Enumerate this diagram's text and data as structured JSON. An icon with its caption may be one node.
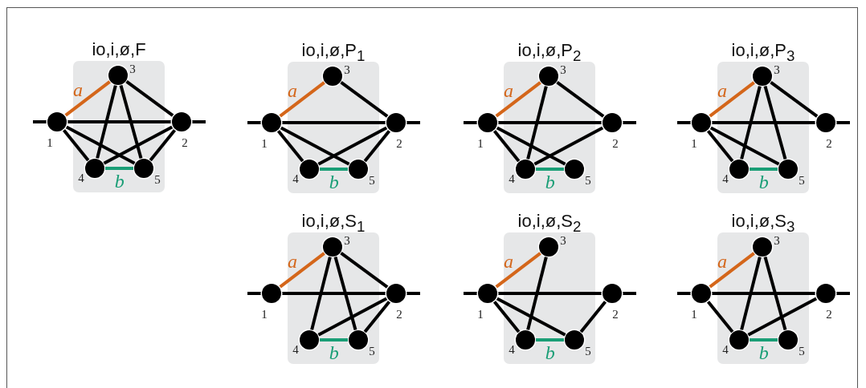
{
  "diagram": {
    "nodes": [
      {
        "text": [
          "io,i,ø,F"
        ]
      },
      {
        "text": [],
        "shape": "circle",
        "beside": [
          "1"
        ]
      },
      {
        "text": [],
        "shape": "circle",
        "beside": [
          "2"
        ]
      },
      {
        "text": [],
        "shape": "circle",
        "beside": [
          "3"
        ],
        "in": 0
      },
      {
        "text": [],
        "shape": "circle",
        "beside": [
          "4"
        ],
        "in": 0
      },
      {
        "text": [],
        "shape": "circle",
        "beside": [
          "5"
        ],
        "in": 0
      },
      {
        "text": [
          "io,i,ø,P$_{1}$"
        ]
      },
      {
        "text": [],
        "shape": "circle",
        "beside": [
          "1"
        ]
      },
      {
        "text": [],
        "shape": "circle",
        "beside": [
          "2"
        ]
      },
      {
        "text": [],
        "shape": "circle",
        "beside": [
          "3"
        ],
        "in": 6
      },
      {
        "text": [],
        "shape": "circle",
        "beside": [
          "4"
        ],
        "in": 6
      },
      {
        "text": [],
        "shape": "circle",
        "beside": [
          "5"
        ],
        "in": 6
      },
      {
        "text": [
          "io,i,ø,P$_{2}$"
        ]
      },
      {
        "text": [],
        "shape": "circle",
        "beside": [
          "1"
        ]
      },
      {
        "text": [],
        "shape": "circle",
        "beside": [
          "2"
        ]
      },
      {
        "text": [],
        "shape": "circle",
        "beside": [
          "3"
        ],
        "in": 12
      },
      {
        "text": [],
        "shape": "circle",
        "beside": [
          "4"
        ],
        "in": 12
      },
      {
        "text": [],
        "shape": "circle",
        "beside": [
          "5"
        ],
        "in": 12
      },
      {
        "text": [
          "io,i,ø,P$_{3}$"
        ]
      },
      {
        "text": [],
        "shape": "circle",
        "beside": [
          "1"
        ]
      },
      {
        "text": [],
        "shape": "circle",
        "beside": [
          "2"
        ]
      },
      {
        "text": [],
        "shape": "circle",
        "beside": [
          "3"
        ],
        "in": 18
      },
      {
        "text": [],
        "shape": "circle",
        "beside": [
          "4"
        ],
        "in": 18
      },
      {
        "text": [],
        "shape": "circle",
        "beside": [
          "5"
        ],
        "in": 18
      },
      {
        "text": [
          "io,i,ø,S$_{1}$"
        ]
      },
      {
        "text": [],
        "shape": "circle",
        "beside": [
          "1"
        ]
      },
      {
        "text": [],
        "shape": "circle",
        "beside": [
          "2"
        ]
      },
      {
        "text": [],
        "shape": "circle",
        "beside": [
          "3"
        ],
        "in": 24
      },
      {
        "text": [],
        "shape": "circle",
        "beside": [
          "4"
        ],
        "in": 24
      },
      {
        "text": [],
        "shape": "circle",
        "beside": [
          "5"
        ],
        "in": 24
      },
      {
        "text": [
          "io,i,ø,S$_{2}$"
        ]
      },
      {
        "text": [],
        "shape": "circle",
        "beside": [
          "1"
        ]
      },
      {
        "text": [],
        "shape": "circle",
        "beside": [
          "2"
        ]
      },
      {
        "text": [],
        "shape": "circle",
        "beside": [
          "3"
        ],
        "in": 30
      },
      {
        "text": [],
        "shape": "circle",
        "beside": [
          "4"
        ],
        "in": 30
      },
      {
        "text": [],
        "shape": "circle",
        "beside": [
          "5"
        ],
        "in": 30
      },
      {
        "text": [
          "io,i,ø,S$_{3}$"
        ]
      },
      {
        "text": [],
        "shape": "circle",
        "beside": [
          "1"
        ]
      },
      {
        "text": [],
        "shape": "circle",
        "beside": [
          "2"
        ]
      },
      {
        "text": [],
        "shape": "circle",
        "beside": [
          "3"
        ],
        "in": 36
      },
      {
        "text": [],
        "shape": "circle",
        "beside": [
          "4"
        ],
        "in": 36
      },
      {
        "text": [],
        "shape": "circle",
        "beside": [
          "5"
        ],
        "in": 36
      }
    ],
    "edges": [
      {
        "from": null,
        "to": 1,
        "arrow": "none"
      },
      {
        "from": 2,
        "to": null,
        "arrow": "none"
      },
      {
        "from": 1,
        "to": 3,
        "arrow": "none",
        "label": "a",
        "color": "#d4661a"
      },
      {
        "from": 3,
        "to": 2,
        "arrow": "none"
      },
      {
        "from": 3,
        "to": 4,
        "arrow": "none"
      },
      {
        "from": 3,
        "to": 5,
        "arrow": "none"
      },
      {
        "from": 1,
        "to": 2,
        "arrow": "none"
      },
      {
        "from": 1,
        "to": 4,
        "arrow": "none"
      },
      {
        "from": 1,
        "to": 5,
        "arrow": "none"
      },
      {
        "from": 2,
        "to": 4,
        "arrow": "none"
      },
      {
        "from": 2,
        "to": 5,
        "arrow": "none"
      },
      {
        "from": 4,
        "to": 5,
        "arrow": "none",
        "label": "b",
        "color": "#1a9e76"
      },
      {
        "from": null,
        "to": 7,
        "arrow": "none"
      },
      {
        "from": 8,
        "to": null,
        "arrow": "none"
      },
      {
        "from": 7,
        "to": 9,
        "arrow": "none",
        "label": "a",
        "color": "#d4661a"
      },
      {
        "from": 9,
        "to": 8,
        "arrow": "none"
      },
      {
        "from": 7,
        "to": 8,
        "arrow": "none"
      },
      {
        "from": 7,
        "to": 10,
        "arrow": "none"
      },
      {
        "from": 7,
        "to": 11,
        "arrow": "none"
      },
      {
        "from": 8,
        "to": 10,
        "arrow": "none"
      },
      {
        "from": 8,
        "to": 11,
        "arrow": "none"
      },
      {
        "from": 10,
        "to": 11,
        "arrow": "none",
        "label": "b",
        "color": "#1a9e76"
      },
      {
        "from": null,
        "to": 13,
        "arrow": "none"
      },
      {
        "from": 14,
        "to": null,
        "arrow": "none"
      },
      {
        "from": 13,
        "to": 15,
        "arrow": "none",
        "label": "a",
        "color": "#d4661a"
      },
      {
        "from": 15,
        "to": 14,
        "arrow": "none"
      },
      {
        "from": 15,
        "to": 16,
        "arrow": "none"
      },
      {
        "from": 13,
        "to": 14,
        "arrow": "none"
      },
      {
        "from": 13,
        "to": 16,
        "arrow": "none"
      },
      {
        "from": 13,
        "to": 17,
        "arrow": "none"
      },
      {
        "from": 14,
        "to": 16,
        "arrow": "none"
      },
      {
        "from": 16,
        "to": 17,
        "arrow": "none",
        "label": "b",
        "color": "#1a9e76"
      },
      {
        "from": null,
        "to": 19,
        "arrow": "none"
      },
      {
        "from": 20,
        "to": null,
        "arrow": "none"
      },
      {
        "from": 19,
        "to": 21,
        "arrow": "none",
        "label": "a",
        "color": "#d4661a"
      },
      {
        "from": 21,
        "to": 20,
        "arrow": "none"
      },
      {
        "from": 21,
        "to": 22,
        "arrow": "none"
      },
      {
        "from": 21,
        "to": 23,
        "arrow": "none"
      },
      {
        "from": 19,
        "to": 20,
        "arrow": "none"
      },
      {
        "from": 19,
        "to": 22,
        "arrow": "none"
      },
      {
        "from": 19,
        "to": 23,
        "arrow": "none"
      },
      {
        "from": 22,
        "to": 23,
        "arrow": "none",
        "label": "b",
        "color": "#1a9e76"
      },
      {
        "from": null,
        "to": 25,
        "arrow": "none"
      },
      {
        "from": 26,
        "to": null,
        "arrow": "none"
      },
      {
        "from": 25,
        "to": 27,
        "arrow": "none",
        "label": "a",
        "color": "#d4661a"
      },
      {
        "from": 27,
        "to": 26,
        "arrow": "none"
      },
      {
        "from": 27,
        "to": 28,
        "arrow": "none"
      },
      {
        "from": 27,
        "to": 29,
        "arrow": "none"
      },
      {
        "from": 25,
        "to": 26,
        "arrow": "none"
      },
      {
        "from": 26,
        "to": 28,
        "arrow": "none"
      },
      {
        "from": 26,
        "to": 29,
        "arrow": "none"
      },
      {
        "from": 28,
        "to": 29,
        "arrow": "none",
        "label": "b",
        "color": "#1a9e76"
      },
      {
        "from": null,
        "to": 31,
        "arrow": "none"
      },
      {
        "from": 32,
        "to": null,
        "arrow": "none"
      },
      {
        "from": 31,
        "to": 33,
        "arrow": "none",
        "label": "a",
        "color": "#d4661a"
      },
      {
        "from": 33,
        "to": 34,
        "arrow": "none"
      },
      {
        "from": 31,
        "to": 32,
        "arrow": "none"
      },
      {
        "from": 31,
        "to": 34,
        "arrow": "none"
      },
      {
        "from": 31,
        "to": 35,
        "arrow": "none"
      },
      {
        "from": 32,
        "to": 35,
        "arrow": "none"
      },
      {
        "from": 34,
        "to": 35,
        "arrow": "none",
        "label": "b",
        "color": "#1a9e76"
      },
      {
        "from": null,
        "to": 37,
        "arrow": "none"
      },
      {
        "from": 38,
        "to": null,
        "arrow": "none"
      },
      {
        "from": 37,
        "to": 39,
        "arrow": "none",
        "label": "a",
        "color": "#d4661a"
      },
      {
        "from": 39,
        "to": 40,
        "arrow": "none"
      },
      {
        "from": 39,
        "to": 41,
        "arrow": "none"
      },
      {
        "from": 37,
        "to": 38,
        "arrow": "none"
      },
      {
        "from": 37,
        "to": 40,
        "arrow": "none"
      },
      {
        "from": 38,
        "to": 40,
        "arrow": "none"
      },
      {
        "from": 40,
        "to": 41,
        "arrow": "none",
        "label": "b",
        "color": "#1a9e76"
      }
    ]
  }
}
